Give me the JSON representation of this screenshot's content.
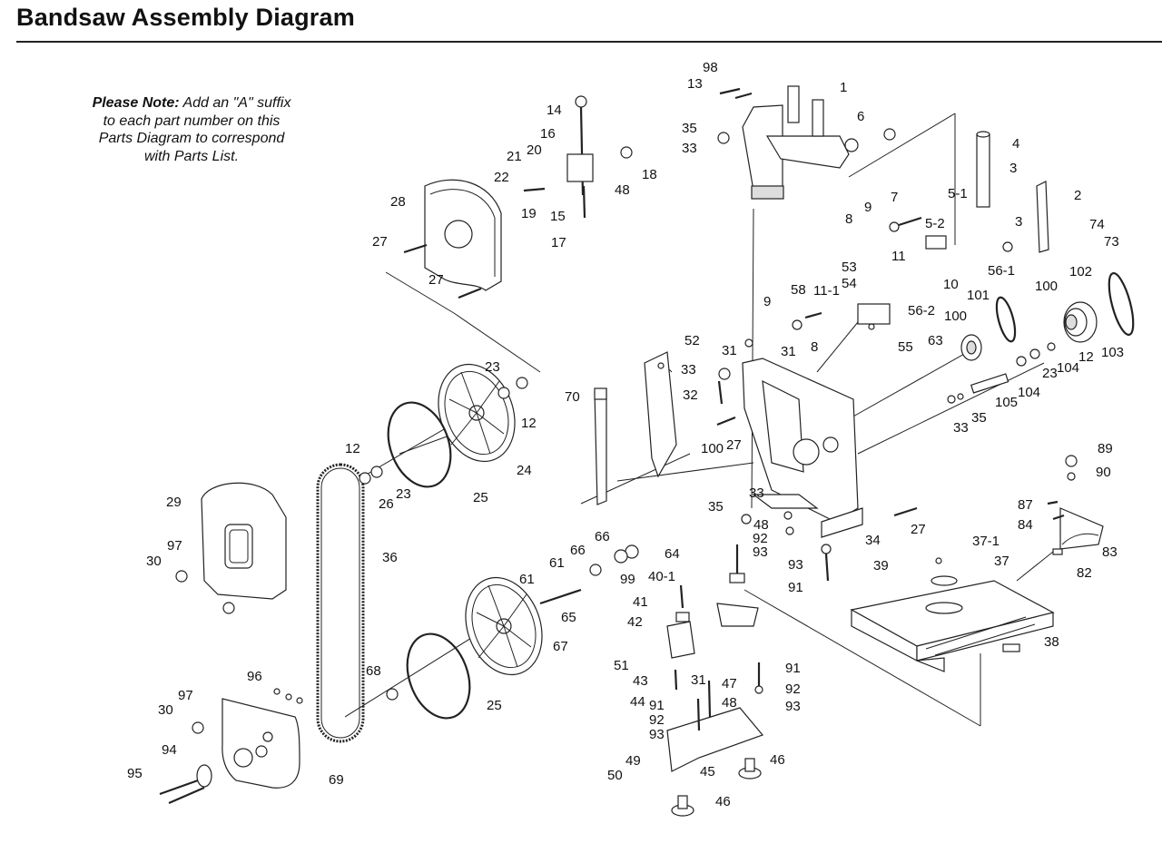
{
  "title": "Bandsaw Assembly Diagram",
  "note": {
    "bold": "Please Note:",
    "text": " Add an \"A\" suffix to each part number on this Parts Diagram to correspond with Parts List."
  },
  "labels": [
    "98",
    "13",
    "1",
    "35",
    "33",
    "6",
    "4",
    "3",
    "2",
    "14",
    "16",
    "20",
    "21",
    "18",
    "48",
    "22",
    "19",
    "15",
    "17",
    "28",
    "27",
    "27",
    "7",
    "5-1",
    "9",
    "8",
    "5-2",
    "3",
    "74",
    "73",
    "11",
    "10",
    "56-1",
    "102",
    "53",
    "54",
    "58",
    "11-1",
    "56-2",
    "9",
    "8",
    "31",
    "55",
    "100",
    "63",
    "101",
    "100",
    "103",
    "12",
    "23",
    "104",
    "104",
    "105",
    "52",
    "31",
    "33",
    "32",
    "35",
    "33",
    "70",
    "23",
    "12",
    "24",
    "25",
    "12",
    "26",
    "23",
    "100",
    "27",
    "29",
    "36",
    "33",
    "35",
    "48",
    "92",
    "93",
    "27",
    "34",
    "89",
    "90",
    "87",
    "84",
    "83",
    "97",
    "30",
    "66",
    "66",
    "64",
    "61",
    "61",
    "99",
    "40-1",
    "41",
    "65",
    "93",
    "91",
    "37-1",
    "37",
    "39",
    "82",
    "42",
    "67",
    "51",
    "43",
    "31",
    "47",
    "91",
    "92",
    "93",
    "38",
    "44",
    "91",
    "92",
    "93",
    "48",
    "68",
    "25",
    "96",
    "97",
    "30",
    "94",
    "95",
    "69",
    "49",
    "50",
    "45",
    "46",
    "46"
  ]
}
